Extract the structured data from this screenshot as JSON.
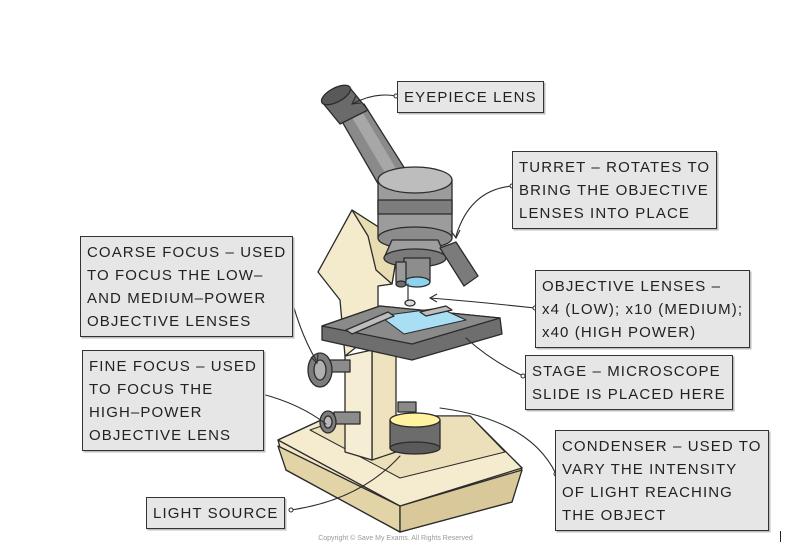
{
  "labels": {
    "eyepiece": {
      "lines": [
        "EYEPIECE LENS"
      ]
    },
    "turret": {
      "lines": [
        "TURRET – ROTATES TO",
        "BRING THE OBJECTIVE",
        "LENSES INTO PLACE"
      ]
    },
    "coarse_focus": {
      "lines": [
        "COARSE FOCUS – USED",
        "TO FOCUS THE LOW–",
        "AND MEDIUM–POWER",
        "OBJECTIVE LENSES"
      ]
    },
    "objective_lenses": {
      "lines": [
        "OBJECTIVE LENSES –",
        "x4 (LOW); x10 (MEDIUM);",
        "x40 (HIGH POWER)"
      ]
    },
    "stage": {
      "lines": [
        "STAGE – MICROSCOPE",
        "SLIDE IS PLACED HERE"
      ]
    },
    "fine_focus": {
      "lines": [
        "FINE FOCUS – USED",
        "TO FOCUS THE",
        "HIGH–POWER",
        "OBJECTIVE LENS"
      ]
    },
    "condenser": {
      "lines": [
        "CONDENSER – USED TO",
        "VARY THE INTENSITY",
        "OF LIGHT REACHING",
        "THE OBJECT"
      ]
    },
    "light_source": {
      "lines": [
        "LIGHT SOURCE"
      ]
    }
  },
  "copyright": "Copyright © Save My Exams. All Rights Reserved",
  "colors": {
    "label_fill": "#e6e6e6",
    "body_cream": "#f2e6c4",
    "metal_dark": "#6f6f6f",
    "metal_mid": "#9a9a9a",
    "metal_light": "#c8c8c8",
    "slide_blue": "#a9dff5",
    "lamp_yellow": "#fff3a0"
  }
}
